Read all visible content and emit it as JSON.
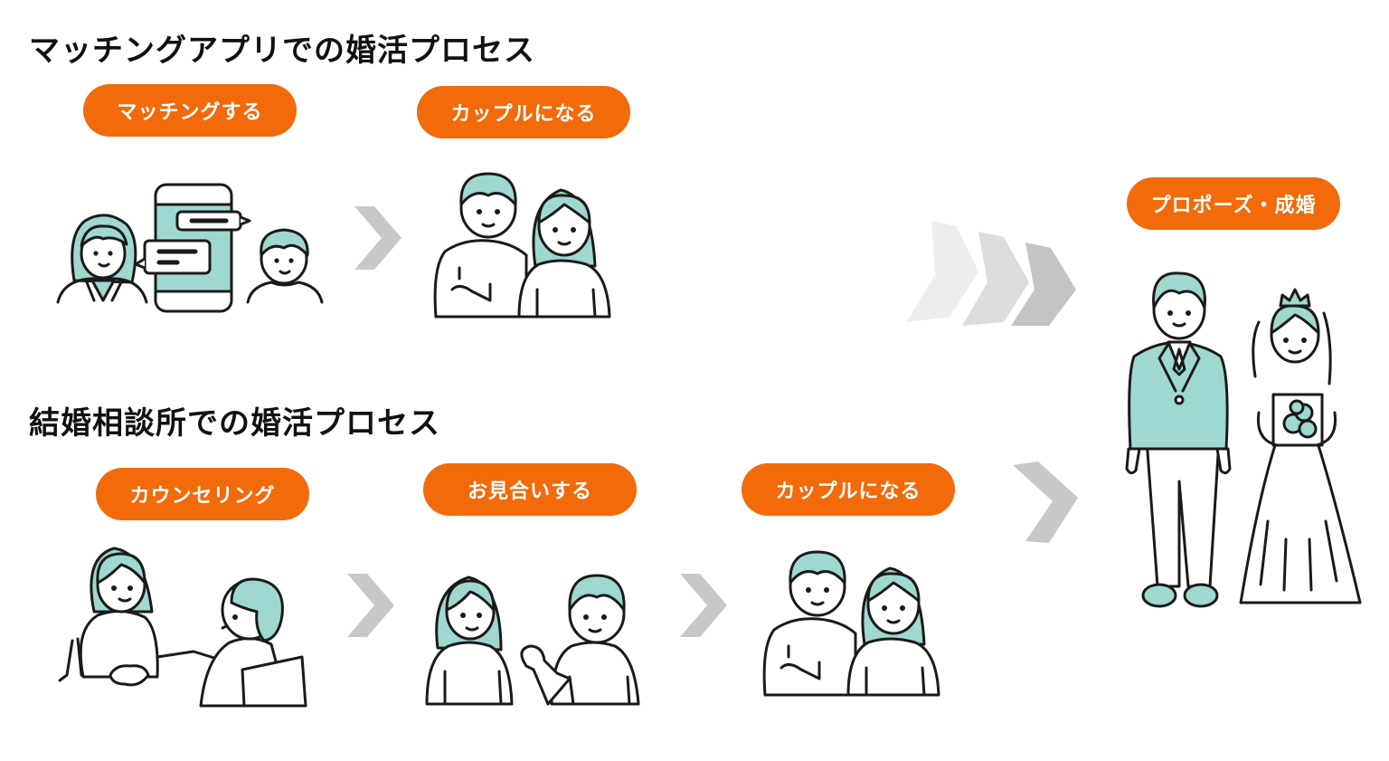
{
  "colors": {
    "accent_orange": "#f26a0a",
    "illustration_teal": "#9fd8d1",
    "arrow_gray": "#c8c8c8",
    "title_text": "#111111"
  },
  "matching_app": {
    "title": "マッチングアプリでの婚活プロセス",
    "steps": [
      {
        "label": "マッチングする",
        "illustration": "woman-phone-chat-man"
      },
      {
        "label": "カップルになる",
        "illustration": "couple-standing"
      }
    ]
  },
  "agency": {
    "title": "結婚相談所での婚活プロセス",
    "steps": [
      {
        "label": "カウンセリング",
        "illustration": "counseling-at-table"
      },
      {
        "label": "お見合いする",
        "illustration": "two-people-talking"
      },
      {
        "label": "カップルになる",
        "illustration": "couple-standing"
      }
    ]
  },
  "goal": {
    "label": "プロポーズ・成婚",
    "illustration": "groom-and-bride"
  },
  "arrows": {
    "glyph": "chevron-right",
    "triple_chevron": "gradient-triple-chevron"
  }
}
